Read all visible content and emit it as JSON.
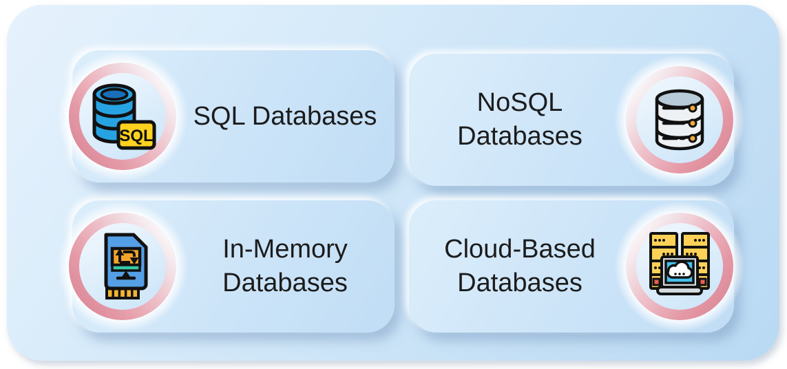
{
  "cards": [
    {
      "id": "sql",
      "line1": "SQL Databases",
      "icon": "sql-database-icon",
      "icon_text": "SQL",
      "icon_side": "left"
    },
    {
      "id": "nosql",
      "line1": "NoSQL",
      "line2": "Databases",
      "icon": "nosql-database-server-icon",
      "icon_side": "right"
    },
    {
      "id": "in-memory",
      "line1": "In-Memory",
      "line2": "Databases",
      "icon": "memory-card-icon",
      "icon_side": "left"
    },
    {
      "id": "cloud",
      "line1": "Cloud-Based",
      "line2": "Databases",
      "icon": "cloud-server-laptop-icon",
      "icon_side": "right"
    }
  ],
  "colors": {
    "page_bg": "#ffffff",
    "container_bg_start": "#e6f2fd",
    "container_bg_end": "#b9d9f3",
    "card_bg_start": "#dceefb",
    "card_bg_end": "#c0ddf5",
    "ring_pink": "#d6808f",
    "title_text": "#1c1c1c",
    "sql_blue": "#27a3e2",
    "sql_dark_blue": "#1a6fb8",
    "sql_tag_yellow": "#ffd21f",
    "nosql_body_gray": "#eef1f3",
    "nosql_top_gray": "#b7cbd9",
    "dot_orange": "#f2a93d",
    "memory_card_blue": "#559fe6",
    "monitor_yellow": "#f2a52c",
    "memory_teal": "#36c8a7",
    "pins_yellow": "#f5b42e",
    "server_yellow": "#ffd257",
    "screen_blue": "#47c2ec",
    "laptop_gray": "#d4dade",
    "accent_red": "#e8604c",
    "outline_black": "#111111"
  }
}
